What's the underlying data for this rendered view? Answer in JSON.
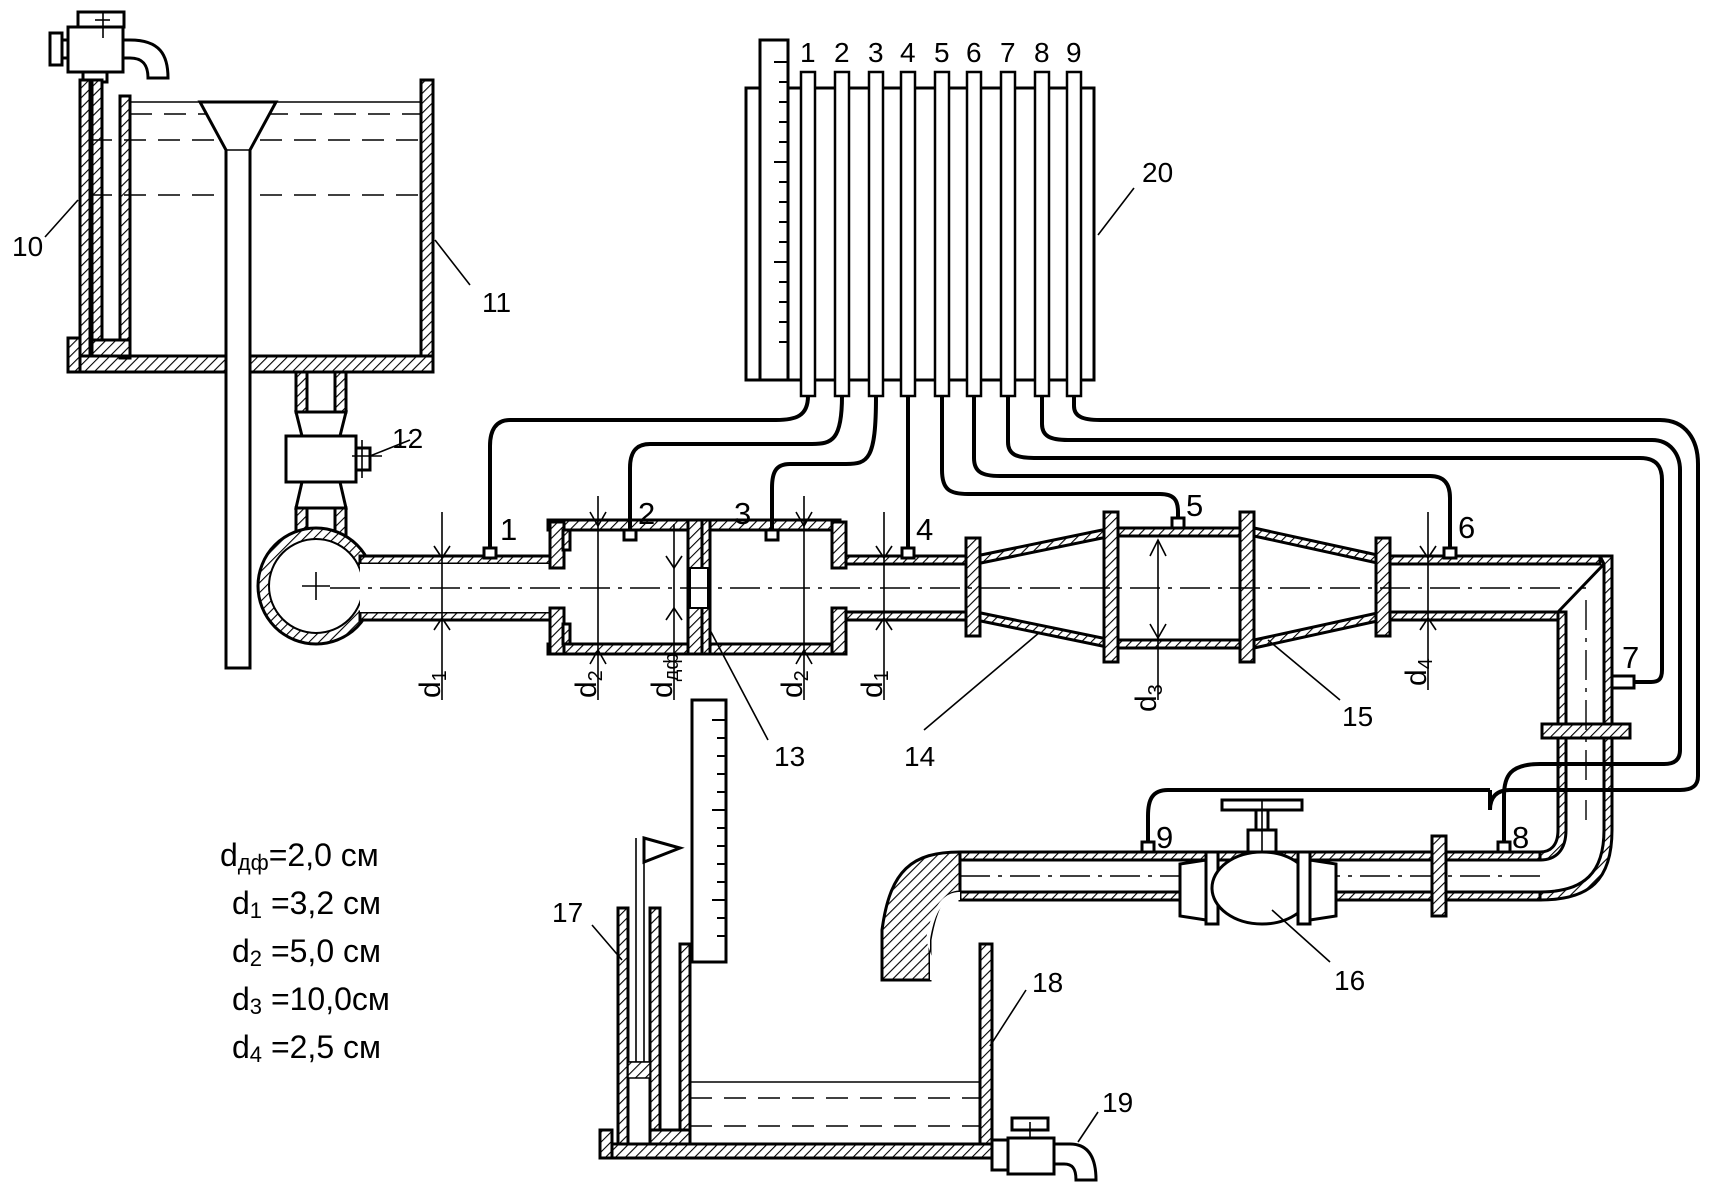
{
  "callouts": {
    "c10": "10",
    "c11": "11",
    "c12": "12",
    "c13": "13",
    "c14": "14",
    "c15": "15",
    "c16": "16",
    "c17": "17",
    "c18": "18",
    "c19": "19",
    "c20": "20"
  },
  "piezometer_numbers": [
    "1",
    "2",
    "3",
    "4",
    "5",
    "6",
    "7",
    "8",
    "9"
  ],
  "tap_numbers": [
    "1",
    "2",
    "3",
    "4",
    "5",
    "6",
    "7",
    "8",
    "9"
  ],
  "diameter_marks": {
    "d1_a": {
      "base": "d",
      "sub": "1"
    },
    "d2_a": {
      "base": "d",
      "sub": "2"
    },
    "ddf": {
      "base": "d",
      "sub": "дф"
    },
    "d2_b": {
      "base": "d",
      "sub": "2"
    },
    "d1_b": {
      "base": "d",
      "sub": "1"
    },
    "d3": {
      "base": "d",
      "sub": "3"
    },
    "d4": {
      "base": "d",
      "sub": "4"
    }
  },
  "legend": [
    {
      "base": "d",
      "sub": "дф",
      "value": "=2,0  см"
    },
    {
      "base": "d",
      "sub": "1",
      "value": " =3,2  см"
    },
    {
      "base": "d",
      "sub": "2",
      "value": " =5,0  см"
    },
    {
      "base": "d",
      "sub": "3",
      "value": " =10,0см"
    },
    {
      "base": "d",
      "sub": "4",
      "value": " =2,5  см"
    }
  ]
}
